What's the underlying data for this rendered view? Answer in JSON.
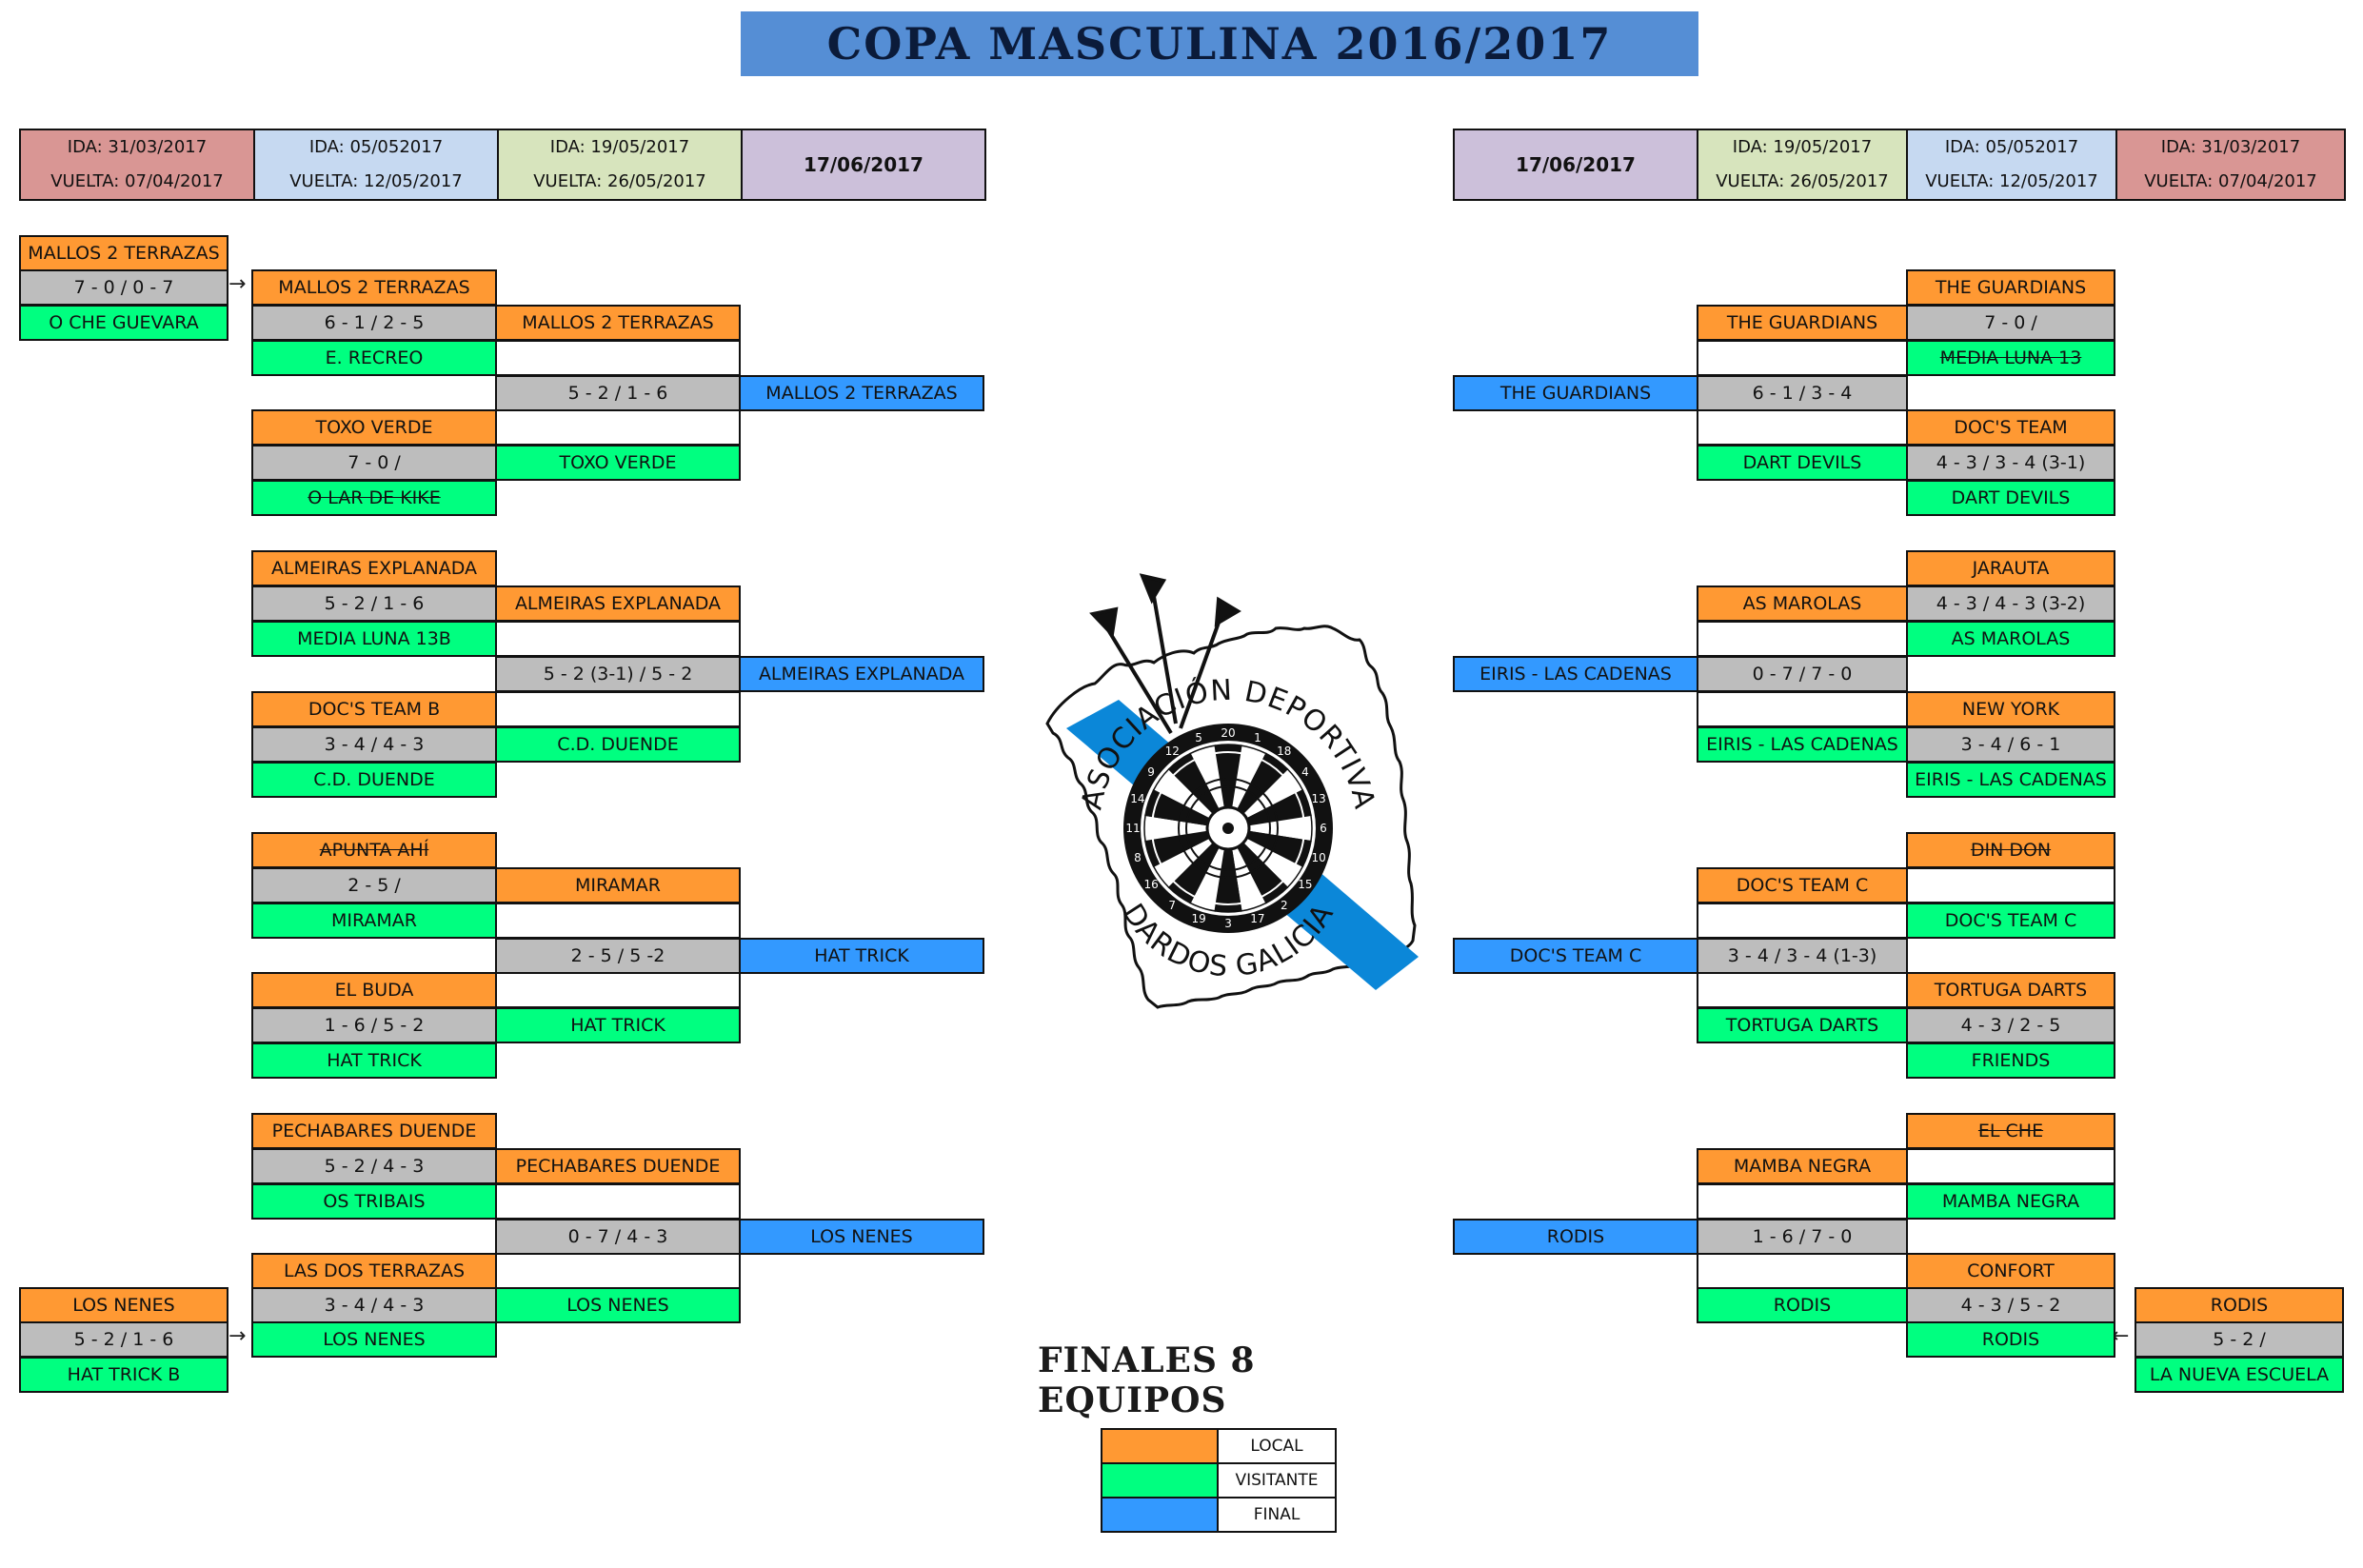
{
  "title": "COPA MASCULINA 2016/2017",
  "subtitle": "FINALES 8 EQUIPOS",
  "colors": {
    "local": "#ff9933",
    "visitante": "#00ff80",
    "final": "#3399ff",
    "score": "#bdbdbd",
    "title_bg": "#558ed5"
  },
  "headers": {
    "left": [
      {
        "ida": "IDA: 31/03/2017",
        "vuelta": "VUELTA: 07/04/2017",
        "color": "#d99694"
      },
      {
        "ida": "IDA: 05/052017",
        "vuelta": "VUELTA: 12/05/2017",
        "color": "#c6d9f1"
      },
      {
        "ida": "IDA: 19/05/2017",
        "vuelta": "VUELTA: 26/05/2017",
        "color": "#d7e4bd"
      },
      {
        "final": "17/06/2017",
        "color": "#ccc0da"
      }
    ],
    "right": [
      {
        "final": "17/06/2017",
        "color": "#ccc0da"
      },
      {
        "ida": "IDA: 19/05/2017",
        "vuelta": "VUELTA: 26/05/2017",
        "color": "#d7e4bd"
      },
      {
        "ida": "IDA: 05/052017",
        "vuelta": "VUELTA: 12/05/2017",
        "color": "#c6d9f1"
      },
      {
        "ida": "IDA: 31/03/2017",
        "vuelta": "VUELTA: 07/04/2017",
        "color": "#d99694"
      }
    ]
  },
  "left": {
    "prelim_top": {
      "local": "MALLOS 2 TERRAZAS",
      "score": "7 - 0 / 0 - 7",
      "visit": "O CHE GUEVARA"
    },
    "prelim_bottom": {
      "local": "LOS NENES",
      "score": "5 - 2 / 1 - 6",
      "visit": "HAT TRICK B"
    },
    "r1": [
      {
        "local": "MALLOS 2 TERRAZAS",
        "score": "6 - 1 / 2 - 5",
        "visit": "E. RECREO"
      },
      {
        "local": "TOXO VERDE",
        "score": "7 - 0 /",
        "visit": "O LAR DE KIKE"
      },
      {
        "local": "ALMEIRAS EXPLANADA",
        "score": "5 - 2 / 1 - 6",
        "visit": "MEDIA LUNA 13B"
      },
      {
        "local": "DOC'S TEAM B",
        "score": "3 - 4 / 4 - 3",
        "visit": "C.D. DUENDE"
      },
      {
        "local": "APUNTA AHÍ",
        "score": "2 - 5 /",
        "visit": "MIRAMAR"
      },
      {
        "local": "EL BUDA",
        "score": "1 - 6 / 5 - 2",
        "visit": "HAT TRICK"
      },
      {
        "local": "PECHABARES DUENDE",
        "score": "5 - 2 / 4 - 3",
        "visit": "OS TRIBAIS"
      },
      {
        "local": "LAS DOS TERRAZAS",
        "score": "3 - 4 / 4 - 3",
        "visit": "LOS NENES"
      }
    ],
    "r2": [
      {
        "local": "MALLOS 2 TERRAZAS",
        "score": "5 - 2 / 1 - 6",
        "visit": "TOXO VERDE"
      },
      {
        "local": "ALMEIRAS EXPLANADA",
        "score": "5 - 2 (3-1) / 5 - 2",
        "visit": "C.D. DUENDE"
      },
      {
        "local": "MIRAMAR",
        "score": "2 - 5 / 5 -2",
        "visit": "HAT TRICK"
      },
      {
        "local": "PECHABARES DUENDE",
        "score": "0 - 7 / 4 - 3",
        "visit": "LOS NENES"
      }
    ],
    "r3": [
      "MALLOS 2 TERRAZAS",
      "ALMEIRAS EXPLANADA",
      "HAT TRICK",
      "LOS NENES"
    ]
  },
  "right": {
    "prelim_bottom": {
      "local": "RODIS",
      "score": "5 - 2 /",
      "visit": "LA NUEVA ESCUELA"
    },
    "r1": [
      {
        "local": "THE GUARDIANS",
        "score": "7 - 0 /",
        "visit": "MEDIA LUNA 13"
      },
      {
        "local": "DOC'S TEAM",
        "score": "4 - 3 / 3 - 4 (3-1)",
        "visit": "DART DEVILS"
      },
      {
        "local": "JARAUTA",
        "score": "4 - 3 / 4 - 3 (3-2)",
        "visit": "AS MAROLAS"
      },
      {
        "local": "NEW YORK",
        "score": "3 - 4 / 6 - 1",
        "visit": "EIRIS - LAS CADENAS"
      },
      {
        "local": "DIN DON",
        "score": "",
        "visit": "DOC'S TEAM C"
      },
      {
        "local": "TORTUGA DARTS",
        "score": "4 - 3 / 2 - 5",
        "visit": "FRIENDS"
      },
      {
        "local": "EL CHE",
        "score": "",
        "visit": "MAMBA NEGRA"
      },
      {
        "local": "CONFORT",
        "score": "4 - 3 / 5 - 2",
        "visit": "RODIS"
      }
    ],
    "r2": [
      {
        "local": "THE GUARDIANS",
        "score": "6 - 1 / 3 - 4",
        "visit": "DART DEVILS"
      },
      {
        "local": "AS MAROLAS",
        "score": "0 - 7 / 7 - 0",
        "visit": "EIRIS - LAS CADENAS"
      },
      {
        "local": "DOC'S TEAM C",
        "score": "3 - 4 / 3 - 4 (1-3)",
        "visit": "TORTUGA DARTS"
      },
      {
        "local": "MAMBA NEGRA",
        "score": "1 - 6 / 7 - 0",
        "visit": "RODIS"
      }
    ],
    "r3": [
      "THE GUARDIANS",
      "EIRIS - LAS CADENAS",
      "DOC'S TEAM C",
      "RODIS"
    ]
  },
  "legend": [
    {
      "label": "LOCAL",
      "color": "#ff9933"
    },
    {
      "label": "VISITANTE",
      "color": "#00ff80"
    },
    {
      "label": "FINAL",
      "color": "#3399ff"
    }
  ],
  "logo": {
    "text_top": "ASOCIACIÓN DEPORTIVA",
    "text_bottom": "DARDOS GALICIA",
    "numbers": [
      "20",
      "1",
      "18",
      "4",
      "13",
      "6",
      "10",
      "15",
      "2",
      "17",
      "3",
      "19",
      "7",
      "16",
      "8",
      "11",
      "14",
      "9",
      "12",
      "5"
    ]
  }
}
